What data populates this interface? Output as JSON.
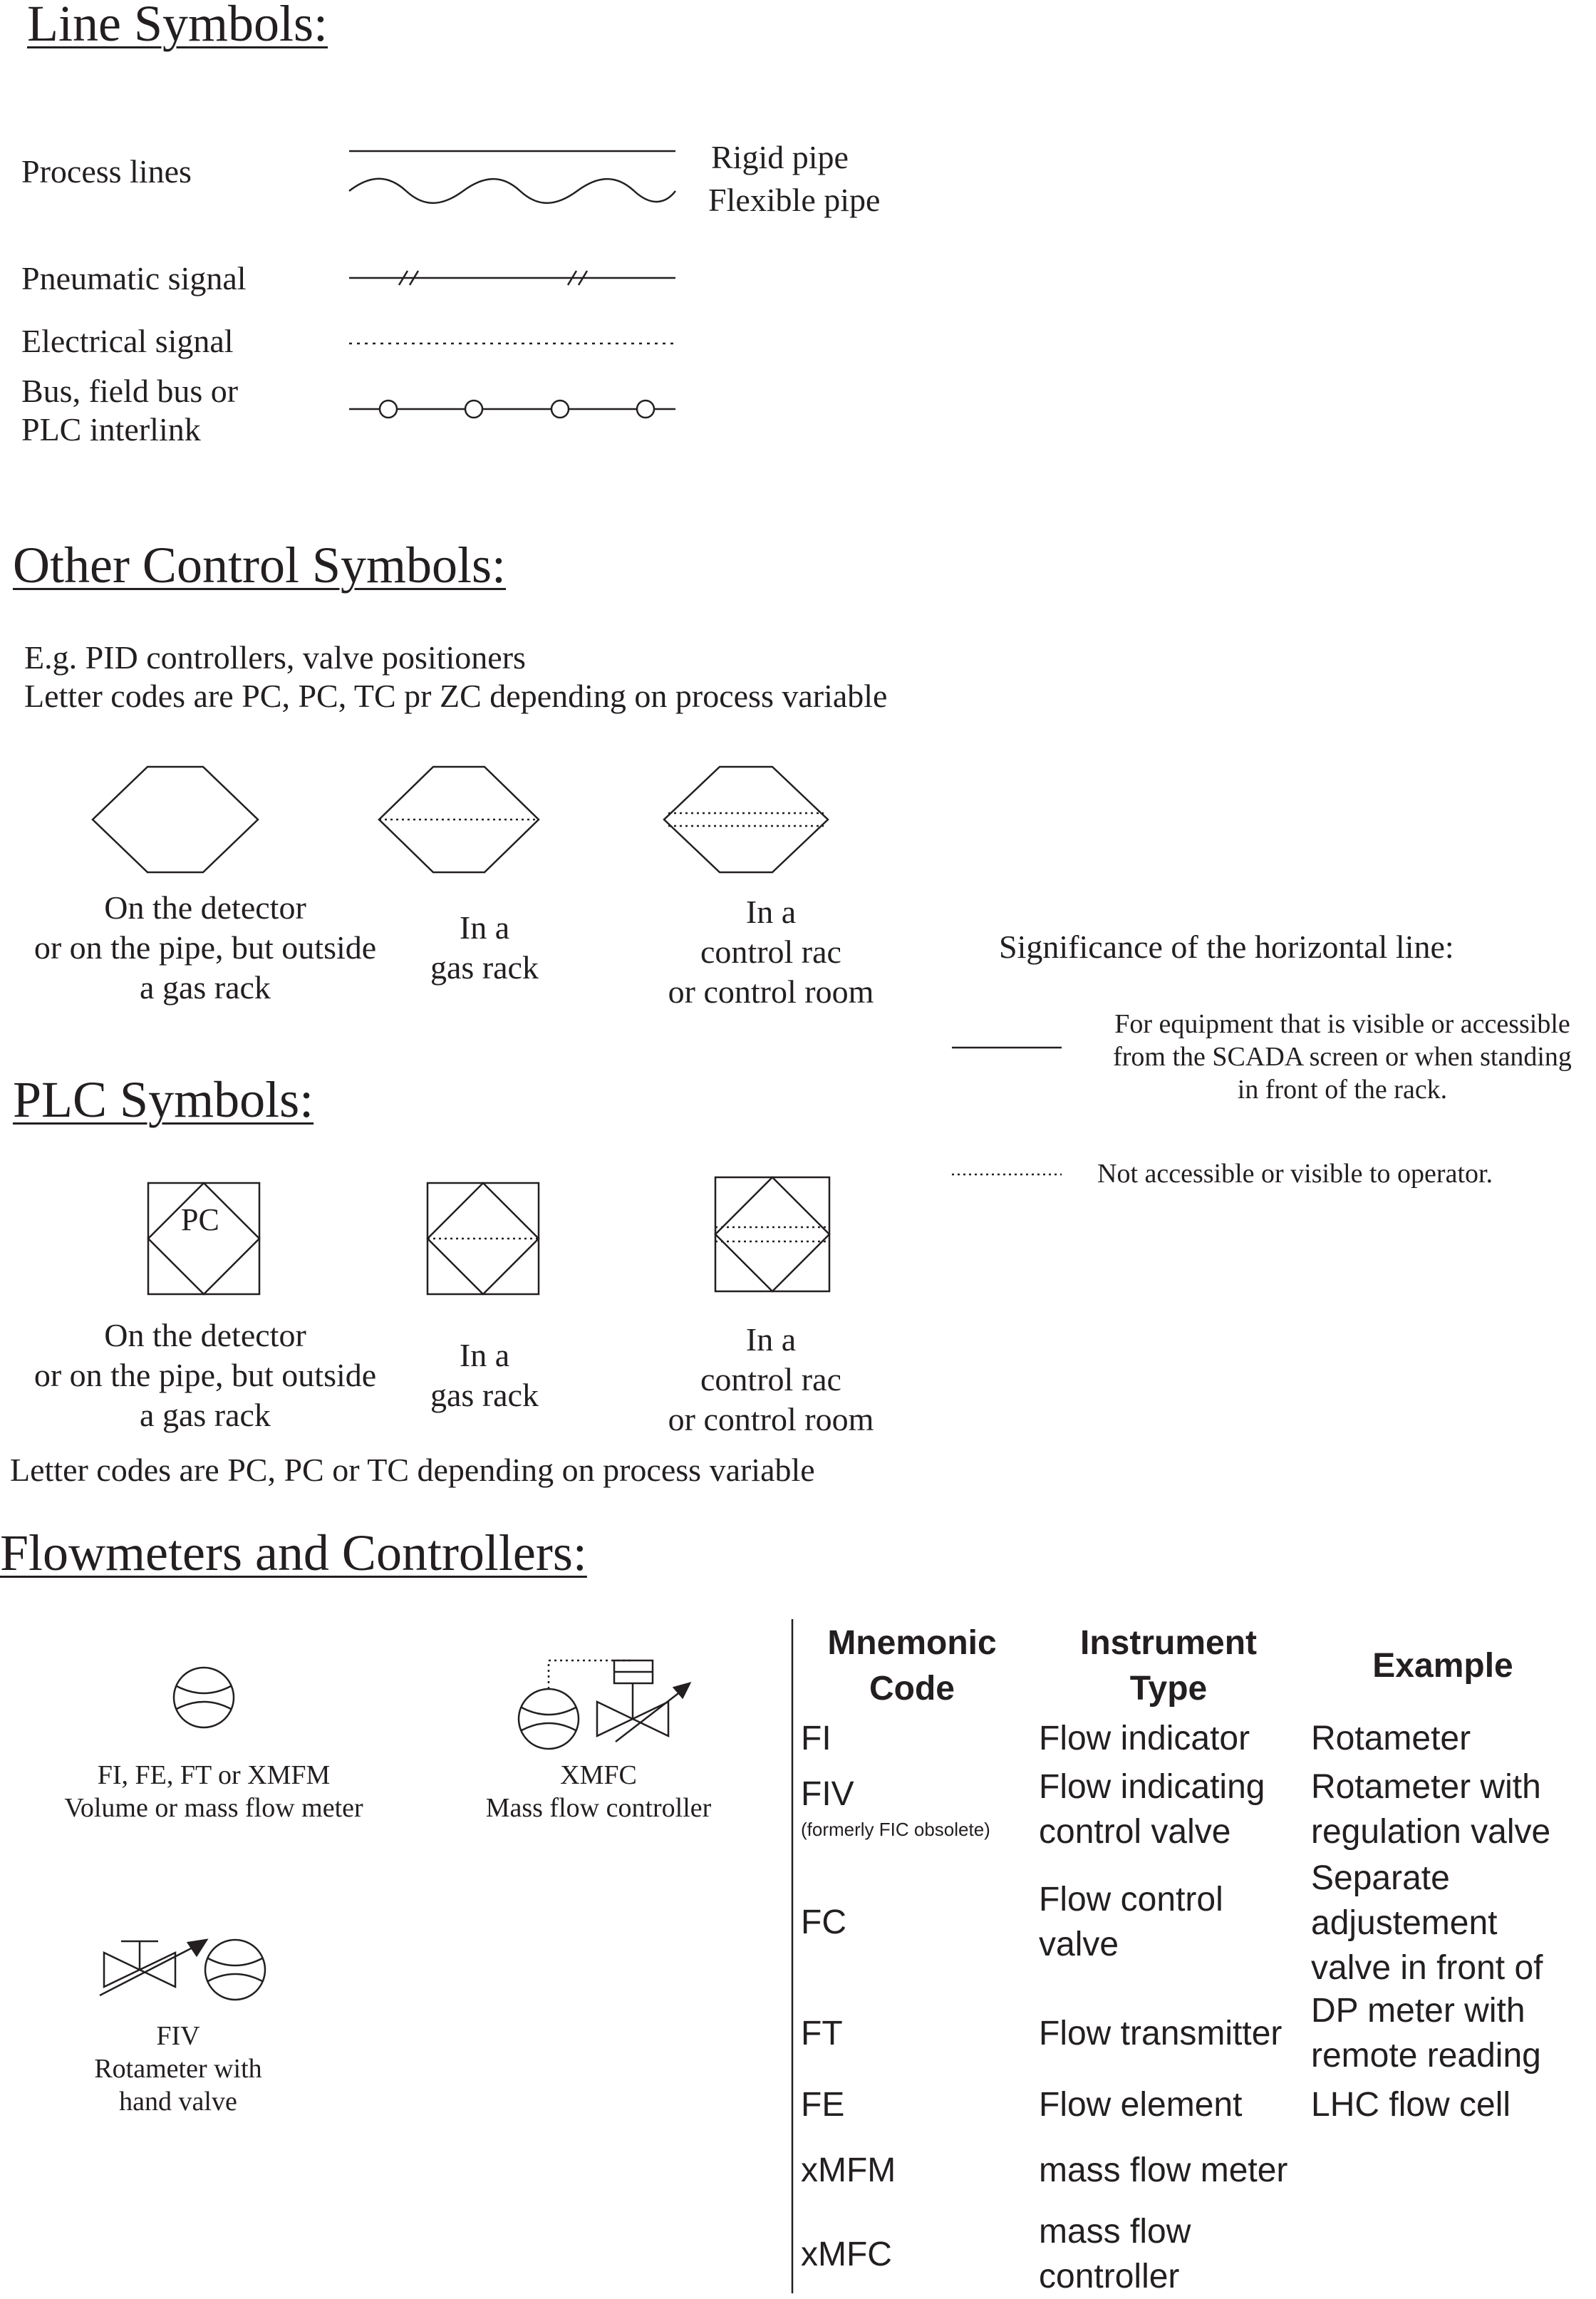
{
  "line_symbols": {
    "heading": "Line Symbols:",
    "process_lines": "Process lines",
    "rigid_pipe": "Rigid pipe",
    "flexible_pipe": "Flexible pipe",
    "pneumatic_signal": "Pneumatic signal",
    "electrical_signal": "Electrical signal",
    "bus_line1": "Bus, field bus or",
    "bus_line2": "PLC interlink"
  },
  "other_control": {
    "heading": "Other  Control Symbols:",
    "desc_line1": "E.g. PID controllers, valve positioners",
    "desc_line2": "Letter codes are PC, PC, TC pr ZC depending on process variable",
    "cap_detector": [
      "On the detector",
      "or on the pipe, but outside",
      "a gas rack"
    ],
    "cap_gas_rack": [
      "In a",
      "gas rack"
    ],
    "cap_control": [
      "In a",
      "control rac",
      "or control room"
    ]
  },
  "significance": {
    "title": "Significance of the horizontal line:",
    "solid_desc": [
      "For equipment that is visible or accessible",
      "from the SCADA screen or when standing",
      "in front of the rack."
    ],
    "dotted_desc": "Not accessible or visible to operator."
  },
  "plc": {
    "heading": "PLC  Symbols:",
    "pc_label": "PC",
    "cap_detector": [
      "On the detector",
      "or on the pipe, but outside",
      "a gas rack"
    ],
    "cap_gas_rack": [
      "In a",
      "gas rack"
    ],
    "cap_control": [
      "In a",
      "control rac",
      "or control room"
    ],
    "letter_codes": "Letter codes are PC, PC or TC  depending on process variable"
  },
  "flowmeters": {
    "heading": "Flowmeters and Controllers:",
    "meter_caption": [
      "FI, FE, FT or XMFM",
      "Volume or mass flow meter"
    ],
    "mfc_caption": [
      "XMFC",
      "Mass flow controller"
    ],
    "fiv_caption": [
      "FIV",
      "Rotameter with",
      "hand valve"
    ]
  },
  "table": {
    "headers": {
      "code": [
        "Mnemonic",
        "Code"
      ],
      "type": [
        "Instrument",
        "Type"
      ],
      "example": "Example"
    },
    "rows": [
      {
        "code": "FI",
        "type": [
          "Flow indicator"
        ],
        "example": [
          "Rotameter"
        ]
      },
      {
        "code": "FIV",
        "note": "(formerly FIC obsolete)",
        "type": [
          "Flow indicating",
          "control valve"
        ],
        "example": [
          "Rotameter with",
          "regulation valve"
        ]
      },
      {
        "code": "FC",
        "type": [
          "Flow control",
          "valve"
        ],
        "example": [
          "Separate",
          "adjustement",
          "valve in front of"
        ]
      },
      {
        "code": "FT",
        "type": [
          "Flow transmitter"
        ],
        "example": [
          "DP meter with",
          "remote reading"
        ]
      },
      {
        "code": "FE",
        "type": [
          "Flow element"
        ],
        "example": [
          "LHC flow cell"
        ]
      },
      {
        "code": "xMFM",
        "type": [
          "mass flow meter"
        ],
        "example": [
          ""
        ]
      },
      {
        "code": "xMFC",
        "type": [
          "mass flow",
          "controller"
        ],
        "example": [
          ""
        ]
      }
    ]
  }
}
